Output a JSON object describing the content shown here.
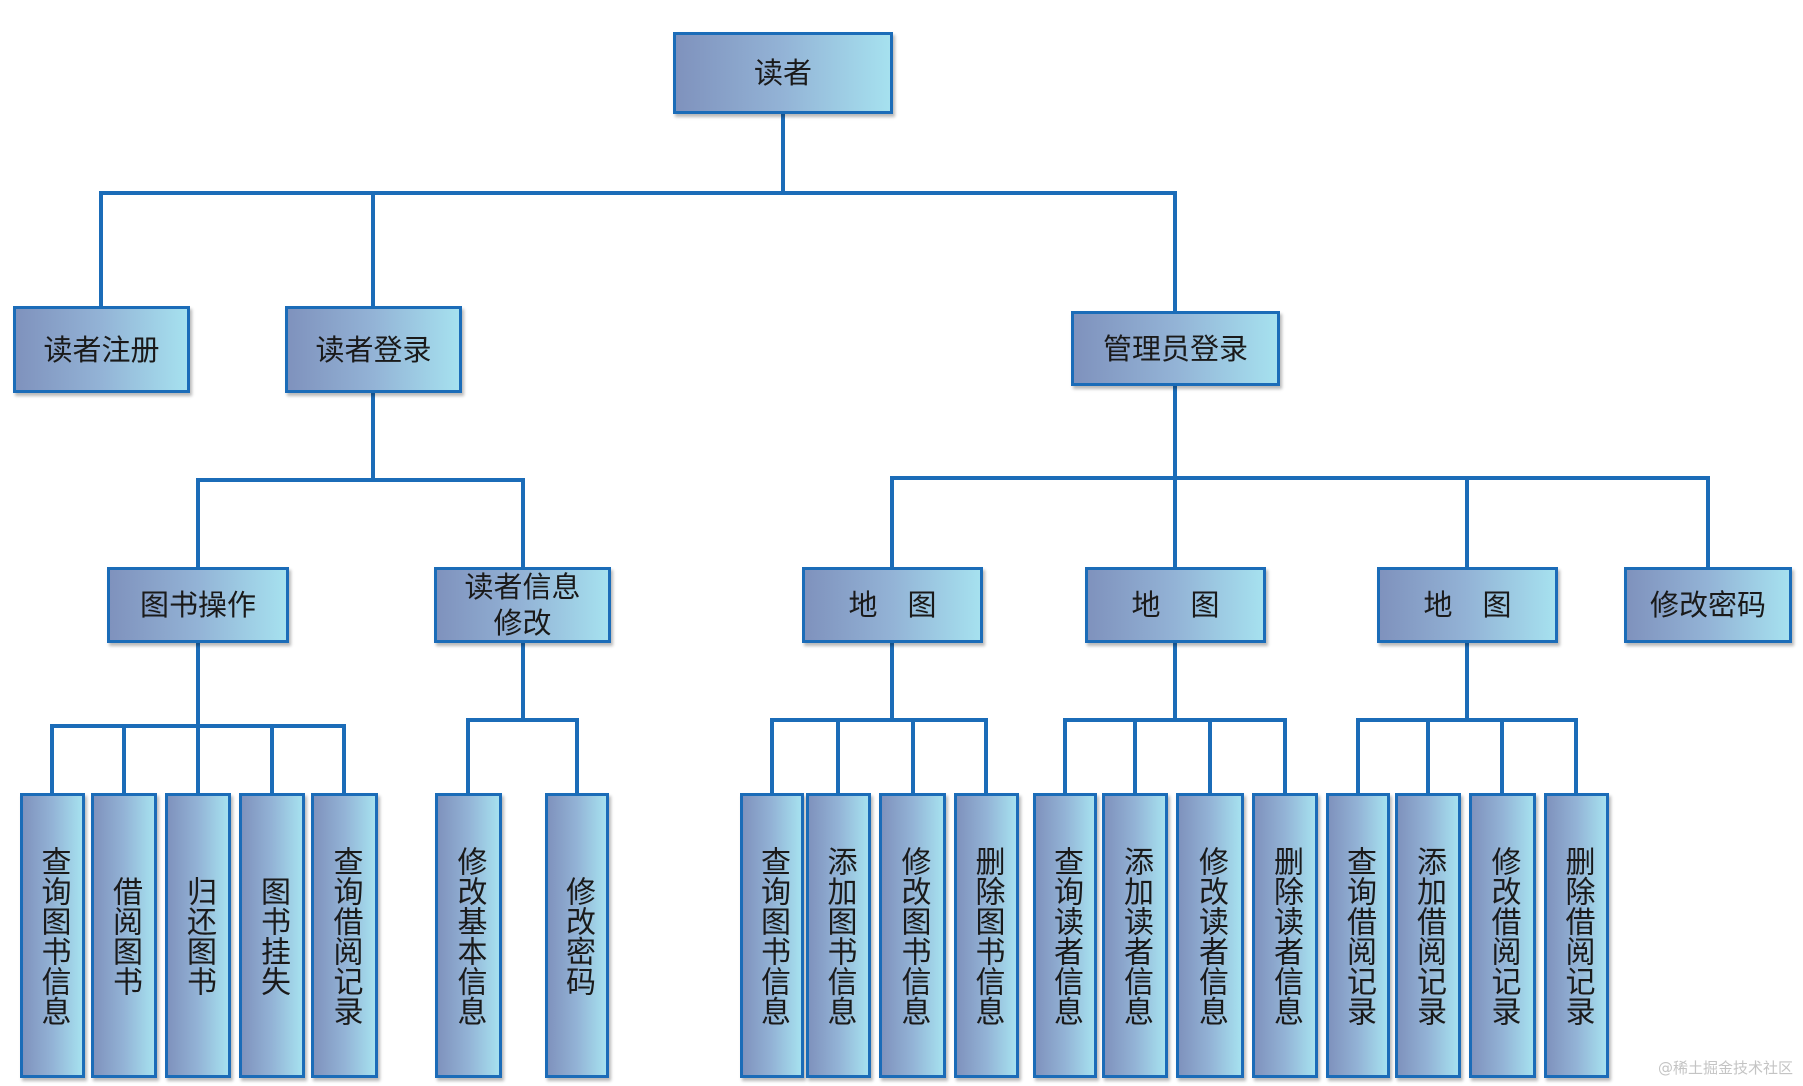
{
  "root": "读者",
  "level1": {
    "register": "读者注册",
    "reader_login": "读者登录",
    "admin_login": "管理员登录"
  },
  "reader_branch": {
    "book_ops": {
      "label": "图书操作",
      "children": [
        "查询图书信息",
        "借阅图书",
        "归还图书",
        "图书挂失",
        "查询借阅记录"
      ]
    },
    "info_edit": {
      "label": "读者信息修改",
      "children": [
        "修改基本信息",
        "修改密码"
      ]
    }
  },
  "admin_branch": {
    "group1": {
      "label": "地图",
      "children": [
        "查询图书信息",
        "添加图书信息",
        "修改图书信息",
        "删除图书信息"
      ]
    },
    "group2": {
      "label": "地图",
      "children": [
        "查询读者信息",
        "添加读者信息",
        "修改读者信息",
        "删除读者信息"
      ]
    },
    "group3": {
      "label": "地图",
      "children": [
        "查询借阅记录",
        "添加借阅记录",
        "修改借阅记录",
        "删除借阅记录"
      ]
    },
    "change_password": "修改密码"
  },
  "watermark": "@稀土掘金技术社区",
  "colors": {
    "line": "#1b6cb8",
    "box_gradient_start": "#7f92bd",
    "box_gradient_end": "#a6e1ef"
  }
}
